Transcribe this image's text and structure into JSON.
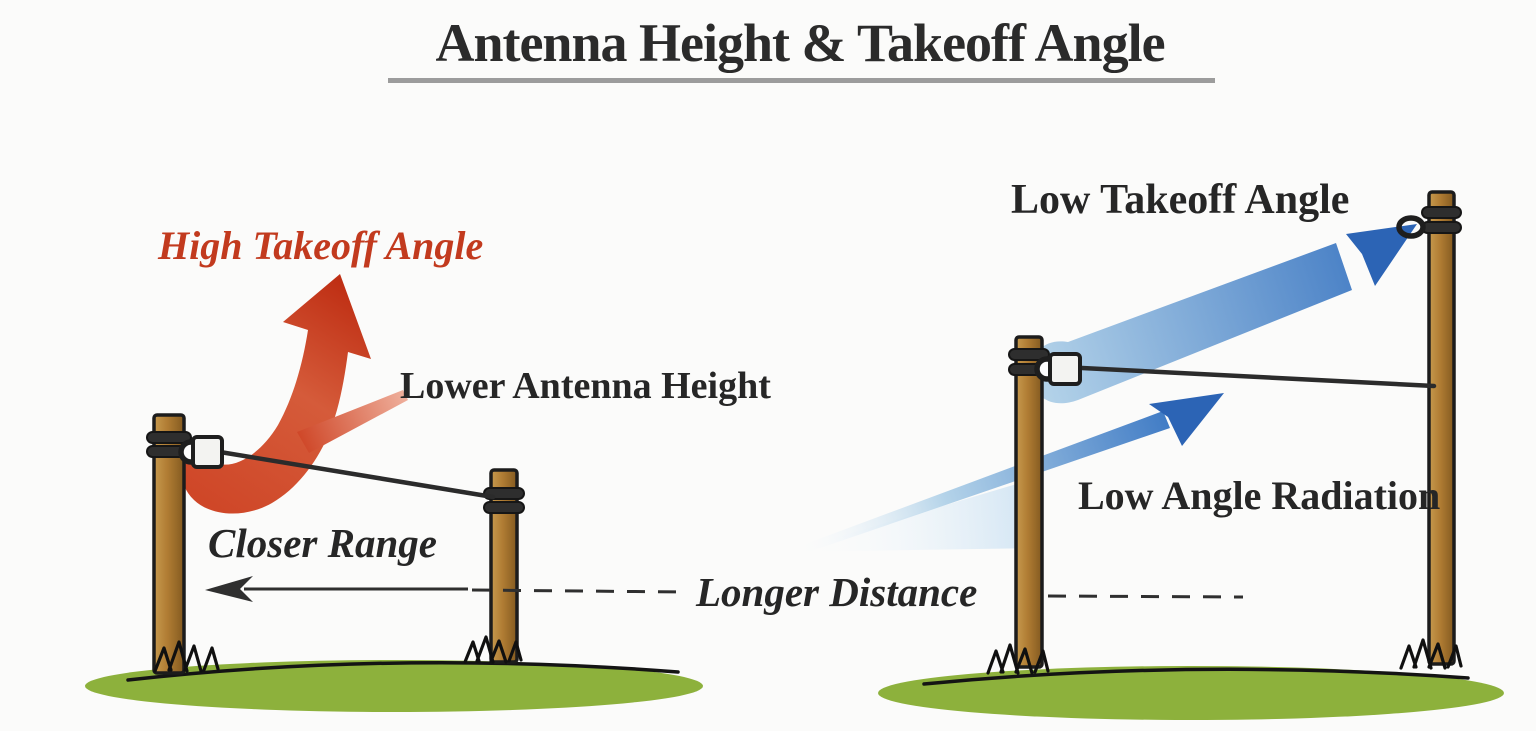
{
  "title": {
    "text": "Antenna Height & Takeoff Angle"
  },
  "left_scene": {
    "takeoff_label": "High Takeoff Angle",
    "antenna_label": "Lower Antenna Height",
    "range_label": "Closer Range"
  },
  "right_scene": {
    "takeoff_label": "Low Takeoff Angle",
    "radiation_label": "Low Angle Radiation"
  },
  "distance_label": "Longer Distance",
  "colors": {
    "bg": "#fbfbfa",
    "title_text": "#2b2b2b",
    "underline": "#9c9c9c",
    "label_text": "#262626",
    "red_accent": "#c23a1e",
    "red_dark": "#bf2f14",
    "red_mid": "#cf4728",
    "red_light": "#f0b3a0",
    "blue_strong": "#2c64b5",
    "blue_mid": "#3672c0",
    "blue_light": "#b4d3e9",
    "pole_light": "#c79a4e",
    "pole_mid": "#b07c33",
    "pole_dark": "#835a20",
    "pole_outline": "#1c1c1c",
    "band": "#2e2e2e",
    "wire": "#2b2b2b",
    "grass_main": "#8db13c",
    "grass_light": "#9aba4a",
    "grass_dark": "#7fa332",
    "grass_outline": "#141414",
    "dash": "#2f2f2f"
  }
}
